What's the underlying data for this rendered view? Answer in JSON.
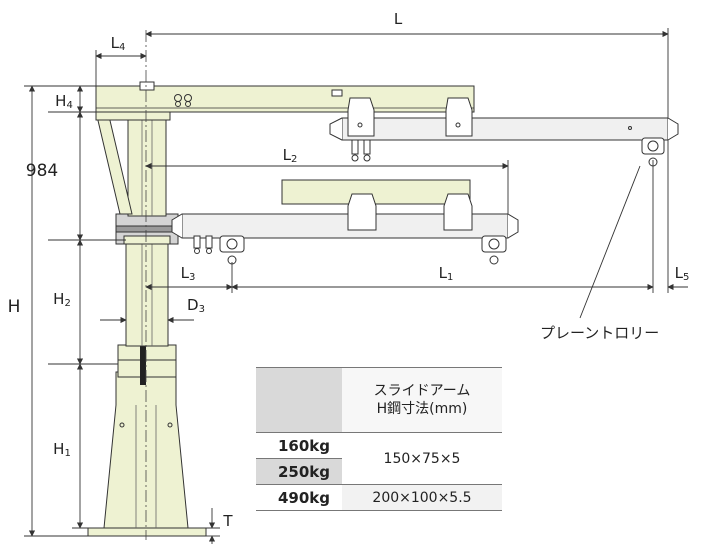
{
  "dimensions": {
    "L": "L",
    "L1": "L1",
    "L2": "L2",
    "L3": "L3",
    "L4": "L4",
    "L5": "L5",
    "H": "H",
    "H1": "H1",
    "H2": "H2",
    "H4": "H4",
    "D3": "D3",
    "T": "T",
    "fixed_height": "984"
  },
  "callout": "プレーントロリー",
  "table": {
    "header": [
      "スライドアーム",
      "H鋼寸法(mm)"
    ],
    "rows": [
      {
        "capacity": "160kg",
        "size": "150×75×5"
      },
      {
        "capacity": "250kg",
        "size": ""
      },
      {
        "capacity": "490kg",
        "size": "200×100×5.5"
      }
    ]
  },
  "colors": {
    "structure": "#eef2d2",
    "beam": "#f0f0f0",
    "outline": "#333333",
    "table_grey": "#d9d9d9"
  }
}
